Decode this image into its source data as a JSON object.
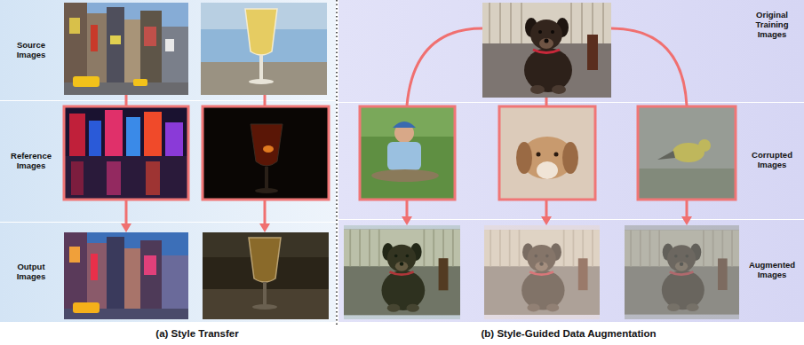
{
  "diagram": {
    "nodes": [
      {
        "text": [
          "Source Images"
        ]
      },
      {
        "text": [
          "Reference Images"
        ]
      },
      {
        "text": [
          "Output Images"
        ]
      },
      {
        "text": [
          "Original Training Images"
        ]
      },
      {
        "text": [
          "Corrupted Images"
        ]
      },
      {
        "text": [
          "Augmented Images"
        ]
      }
    ],
    "labels": [
      "(a) Style Transfer",
      "(b) Style-Guided Data Augmentation"
    ]
  }
}
